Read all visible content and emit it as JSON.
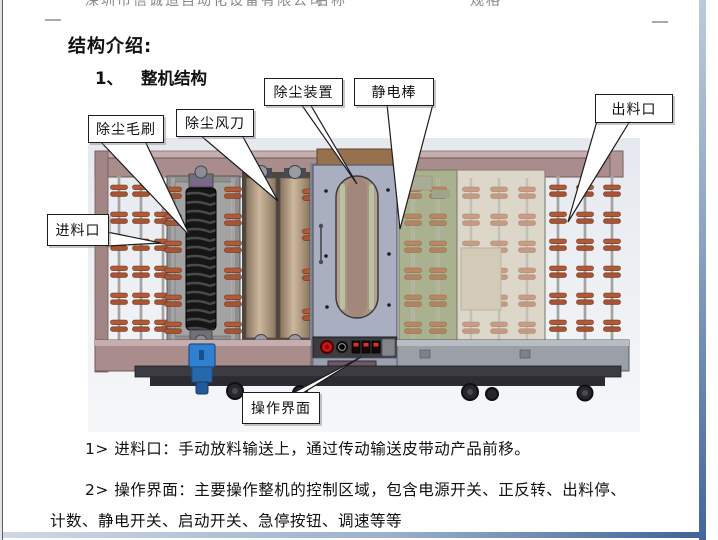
{
  "window": {
    "header_left_fragment": "深圳市信诚造自动化设备有限公司",
    "header_mid_fragment": "名称",
    "header_right_fragment": "规格"
  },
  "page": {
    "heading": "结构介绍:",
    "section_number": "1、",
    "section_title": "整机结构"
  },
  "diagram": {
    "callouts": [
      {
        "id": "dust-brush",
        "label": "除尘毛刷"
      },
      {
        "id": "air-knife",
        "label": "除尘风刀"
      },
      {
        "id": "dust-device",
        "label": "除尘装置"
      },
      {
        "id": "static-bar",
        "label": "静电棒"
      },
      {
        "id": "outlet",
        "label": "出料口"
      },
      {
        "id": "inlet",
        "label": "进料口"
      },
      {
        "id": "control-panel",
        "label": "操作界面"
      }
    ]
  },
  "body_text": {
    "para1": "1> 进料口：手动放料输送上，通过传动输送皮带动产品前移。",
    "para2": "2> 操作界面：主要操作整机的控制区域，包含电源开关、正反转、出料停、",
    "para3": "计数、静电开关、启动开关、急停按钮、调速等等"
  },
  "colors": {
    "frame_mauve": "#a98c8c",
    "roller_orange": "#b05a38",
    "cabinet_gray": "#a9aec0",
    "cabinet_top_brown": "#97704e",
    "enclosure_olive": "#b6bd9c",
    "motor_blue": "#2f80d0",
    "window_border_blue": "#44659c"
  }
}
